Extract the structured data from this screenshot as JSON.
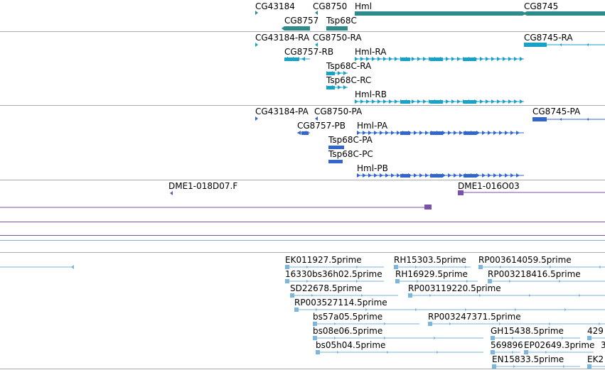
{
  "colors": {
    "gene": "#2e8b8b",
    "transcript": "#17a2c8",
    "protein": "#3366cc",
    "clone": "#7b52ab",
    "est": "#7ab6dd",
    "separator": "#9aa0b4"
  },
  "tracks": {
    "genes": {
      "labels": [
        "CG43184",
        "CG8750",
        "Hml",
        "CG8745",
        "CG8757",
        "Tsp68C"
      ]
    },
    "transcripts": {
      "labels": [
        "CG43184-RA",
        "CG8750-RA",
        "CG8745-RA",
        "CG8757-RB",
        "Hml-RA",
        "Tsp68C-RA",
        "Tsp68C-RC",
        "Hml-RB"
      ]
    },
    "proteins": {
      "labels": [
        "CG43184-PA",
        "CG8750-PA",
        "CG8745-PA",
        "CG8757-PB",
        "Hml-PA",
        "Tsp68C-PA",
        "Tsp68C-PC",
        "Hml-PB"
      ]
    },
    "clones": {
      "labels": [
        "DME1-018D07.F",
        "DME1-016O03"
      ]
    },
    "ests": {
      "labels": [
        "EK011927.5prime",
        "RH15303.5prime",
        "RP003614059.5prime",
        "16330bs36h02.5prime",
        "RH16929.5prime",
        "RP003218416.5prime",
        "SD22678.5prime",
        "RP003119220.5prime",
        "RP003527114.5prime",
        "bs57a05.5prime",
        "RP003247371.5prime",
        "bs08e06.5prime",
        "GH15438.5prime",
        "429",
        "bs05h04.5prime",
        "569896",
        "EP02649.3prime",
        "3",
        "EN15833.5prime",
        "EK2"
      ]
    }
  }
}
